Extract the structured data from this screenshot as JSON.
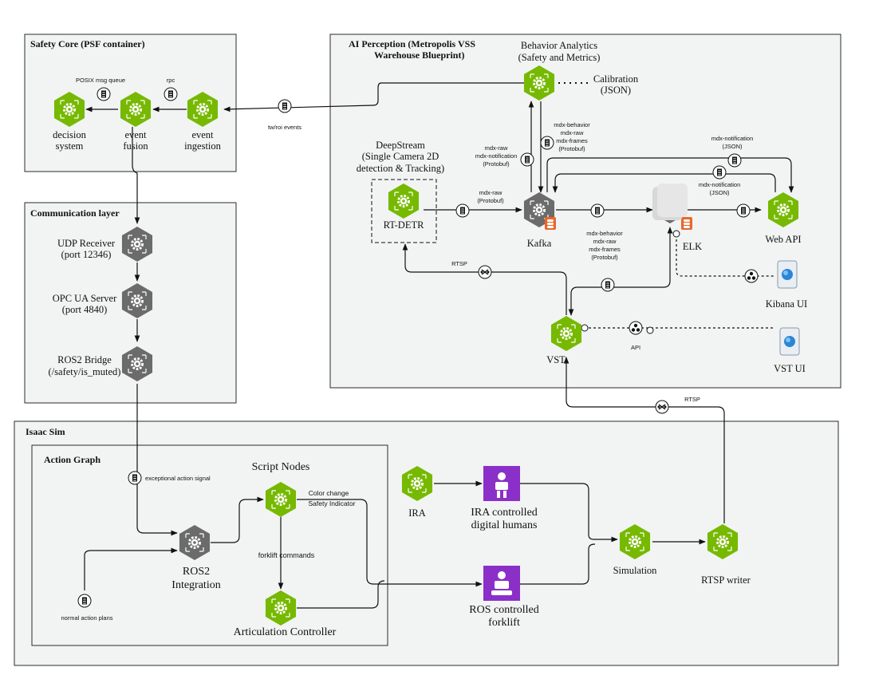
{
  "panels": {
    "safety_core": "Safety Core (PSF container)",
    "comm_layer": "Communication layer",
    "ai_perception_1": "AI Perception (Metropolis VSS",
    "ai_perception_2": "Warehouse Blueprint)",
    "isaac_sim": "Isaac Sim",
    "action_graph": "Action Graph"
  },
  "nodes": {
    "decision_1": "decision",
    "decision_2": "system",
    "fusion_1": "event",
    "fusion_2": "fusion",
    "ingestion_1": "event",
    "ingestion_2": "ingestion",
    "udp_1": "UDP Receiver",
    "udp_2": "(port 12346)",
    "opc_1": "OPC UA Server",
    "opc_2": "(port 4840)",
    "ros2b_1": "ROS2 Bridge",
    "ros2b_2": "(/safety/is_muted)",
    "behavior_1": "Behavior Analytics",
    "behavior_2": "(Safety and Metrics)",
    "calib_1": "Calibration",
    "calib_2": "(JSON)",
    "ds_1": "DeepStream",
    "ds_2": "(Single Camera 2D",
    "ds_3": "detection & Tracking)",
    "rtdetr": "RT-DETR",
    "kafka": "Kafka",
    "elk": "ELK",
    "webapi": "Web API",
    "kibana": "Kibana UI",
    "vst": "VST",
    "vstui": "VST UI",
    "ira": "IRA",
    "ira_dh_1": "IRA controlled",
    "ira_dh_2": "digital humans",
    "ros_fl_1": "ROS controlled",
    "ros_fl_2": "forklift",
    "simulation": "Simulation",
    "rtsp_writer": "RTSP writer",
    "script_nodes": "Script Nodes",
    "ros2int_1": "ROS2",
    "ros2int_2": "Integration",
    "artic": "Articulation Controller"
  },
  "edge_labels": {
    "posix": "POSIX msg queue",
    "rpc": "rpc",
    "twroi": "tw/roi events",
    "mdxraw_1": "mdx-raw",
    "mdxraw_2": "(Protobuf)",
    "kup_1": "mdx-raw",
    "kup_2": "mdx-notification",
    "kup_3": "(Protobuf)",
    "kdown_1": "mdx-behavior",
    "kdown_2": "mdx-raw",
    "kdown_3": "mdx-frames",
    "kdown_4": "(Protobuf)",
    "notif_top_1": "mdx-notification",
    "notif_top_2": "(JSON)",
    "notif_mid_1": "mdx-notification",
    "notif_mid_2": "(JSON)",
    "elk_1": "mdx-behavior",
    "elk_2": "mdx-raw",
    "elk_3": "mdx-frames",
    "elk_4": "(Protobuf)",
    "rtsp1": "RTSP",
    "rtsp2": "RTSP",
    "api": "API",
    "exceptional": "exceptional action signal",
    "normal": "normal action plans",
    "color_1": "Color change",
    "color_2": "Safety Indicator",
    "forklift_cmd": "forklift  commands"
  },
  "colors": {
    "green": "#76b900",
    "green_dark": "#5a8f00",
    "gray": "#6b6b6b",
    "purple": "#8b2fc9",
    "orange": "#e8682a",
    "panel_bg": "#f2f4f4"
  }
}
